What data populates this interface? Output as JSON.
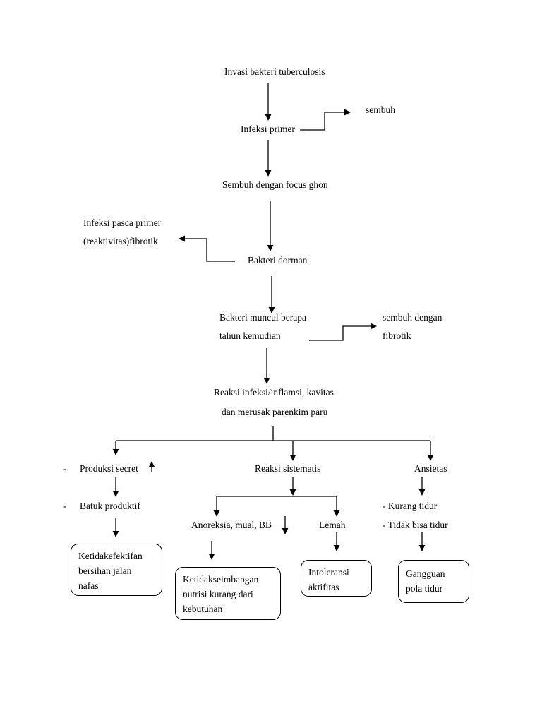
{
  "nodes": {
    "invasi": "Invasi bakteri tuberculosis",
    "infeksi_primer": "Infeksi primer",
    "sembuh": "sembuh",
    "focus_ghon": "Sembuh dengan focus ghon",
    "pasca_primer_1": "Infeksi pasca primer",
    "pasca_primer_2": "(reaktivitas)fibrotik",
    "dorman": "Bakteri dorman",
    "muncul_1": "Bakteri muncul berapa",
    "muncul_2": "tahun kemudian",
    "sembuh_fibrotik_1": "sembuh dengan",
    "sembuh_fibrotik_2": "fibrotik",
    "reaksi_1": "Reaksi infeksi/inflamsi, kavitas",
    "reaksi_2": "dan merusak parenkim paru",
    "produksi_dash": "-",
    "produksi": "Produksi secret",
    "batuk_dash": "-",
    "batuk": "Batuk produktif",
    "sistematis": "Reaksi sistematis",
    "ansietas": "Ansietas",
    "anoreksia": "Anoreksia, mual, BB",
    "lemah": "Lemah",
    "kurang_tidur": "- Kurang tidur",
    "tidak_tidur": "- Tidak bisa tidur"
  },
  "diagnoses": {
    "bersihan": [
      "Ketidakefektifan",
      "bersihan jalan",
      "nafas"
    ],
    "nutrisi": [
      "Ketidakseimbangan",
      "nutrisi kurang dari",
      "kebutuhan"
    ],
    "intoleransi": [
      "Intoleransi",
      "aktifitas"
    ],
    "pola_tidur": [
      "Gangguan",
      "pola tidur"
    ]
  }
}
